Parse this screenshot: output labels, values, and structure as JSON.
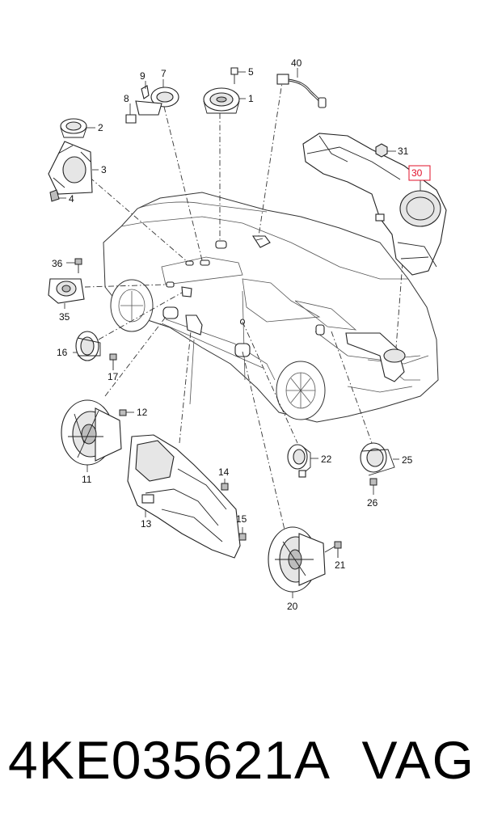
{
  "callouts": {
    "c1": "1",
    "c2": "2",
    "c3": "3",
    "c4": "4",
    "c5": "5",
    "c7": "7",
    "c8": "8",
    "c9": "9",
    "c11": "11",
    "c12": "12",
    "c13": "13",
    "c14": "14",
    "c15": "15",
    "c16": "16",
    "c17": "17",
    "c20": "20",
    "c21": "21",
    "c22": "22",
    "c25": "25",
    "c26": "26",
    "c30": "30",
    "c31": "31",
    "c35": "35",
    "c36": "36",
    "c40": "40"
  },
  "highlighted_callout": "30",
  "colors": {
    "highlight": "#e0102a",
    "line": "#222222"
  },
  "footer": {
    "part_number": "4KE035621A",
    "brand": "VAG"
  }
}
